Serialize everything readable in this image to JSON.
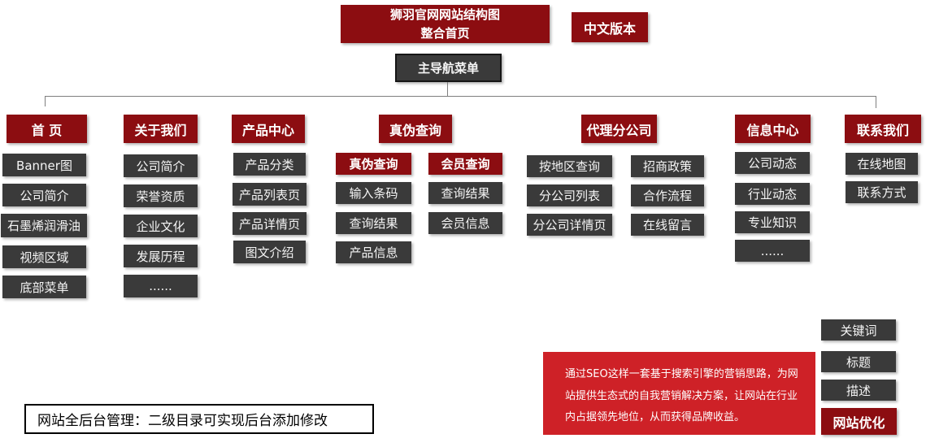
{
  "colors": {
    "dark_red": "#8c0d11",
    "bright_red": "#ce2127",
    "dark_gray": "#3a3a3a",
    "connector_gray": "#7f7f7f"
  },
  "header": {
    "title_line1": "狮羽官网网站结构图",
    "title_line2": "整合首页",
    "version_label": "中文版本",
    "nav_label": "主导航菜单"
  },
  "columns": [
    {
      "label": "首 页",
      "items": [
        "Banner图",
        "公司简介",
        "石墨烯润滑油",
        "视频区域",
        "底部菜单"
      ]
    },
    {
      "label": "关于我们",
      "items": [
        "公司简介",
        "荣誉资质",
        "企业文化",
        "发展历程",
        "......"
      ]
    },
    {
      "label": "产品中心",
      "items": [
        "产品分类",
        "产品列表页",
        "产品详情页",
        "图文介绍"
      ]
    },
    {
      "label": "真伪查询",
      "subgroups": [
        {
          "label": "真伪查询",
          "items": [
            "输入条码",
            "查询结果",
            "产品信息"
          ]
        },
        {
          "label": "会员查询",
          "items": [
            "查询结果",
            "会员信息"
          ]
        }
      ]
    },
    {
      "label": "代理分公司",
      "subgroups": [
        {
          "items": [
            "按地区查询",
            "分公司列表",
            "分公司详情页"
          ]
        },
        {
          "items": [
            "招商政策",
            "合作流程",
            "在线留言"
          ]
        }
      ]
    },
    {
      "label": "信息中心",
      "items": [
        "公司动态",
        "行业动态",
        "专业知识",
        "......"
      ]
    },
    {
      "label": "联系我们",
      "items": [
        "在线地图",
        "联系方式"
      ]
    }
  ],
  "seo": {
    "note": "通过SEO这样一套基于搜索引擎的营销思路，为网站提供生态式的自我营销解决方案，让网站在行业内占据领先地位，从而获得品牌收益。",
    "tags": [
      "关键词",
      "标题",
      "描述"
    ],
    "highlight": "网站优化"
  },
  "footer": {
    "admin_note": "网站全后台管理：二级目录可实现后台添加修改"
  }
}
